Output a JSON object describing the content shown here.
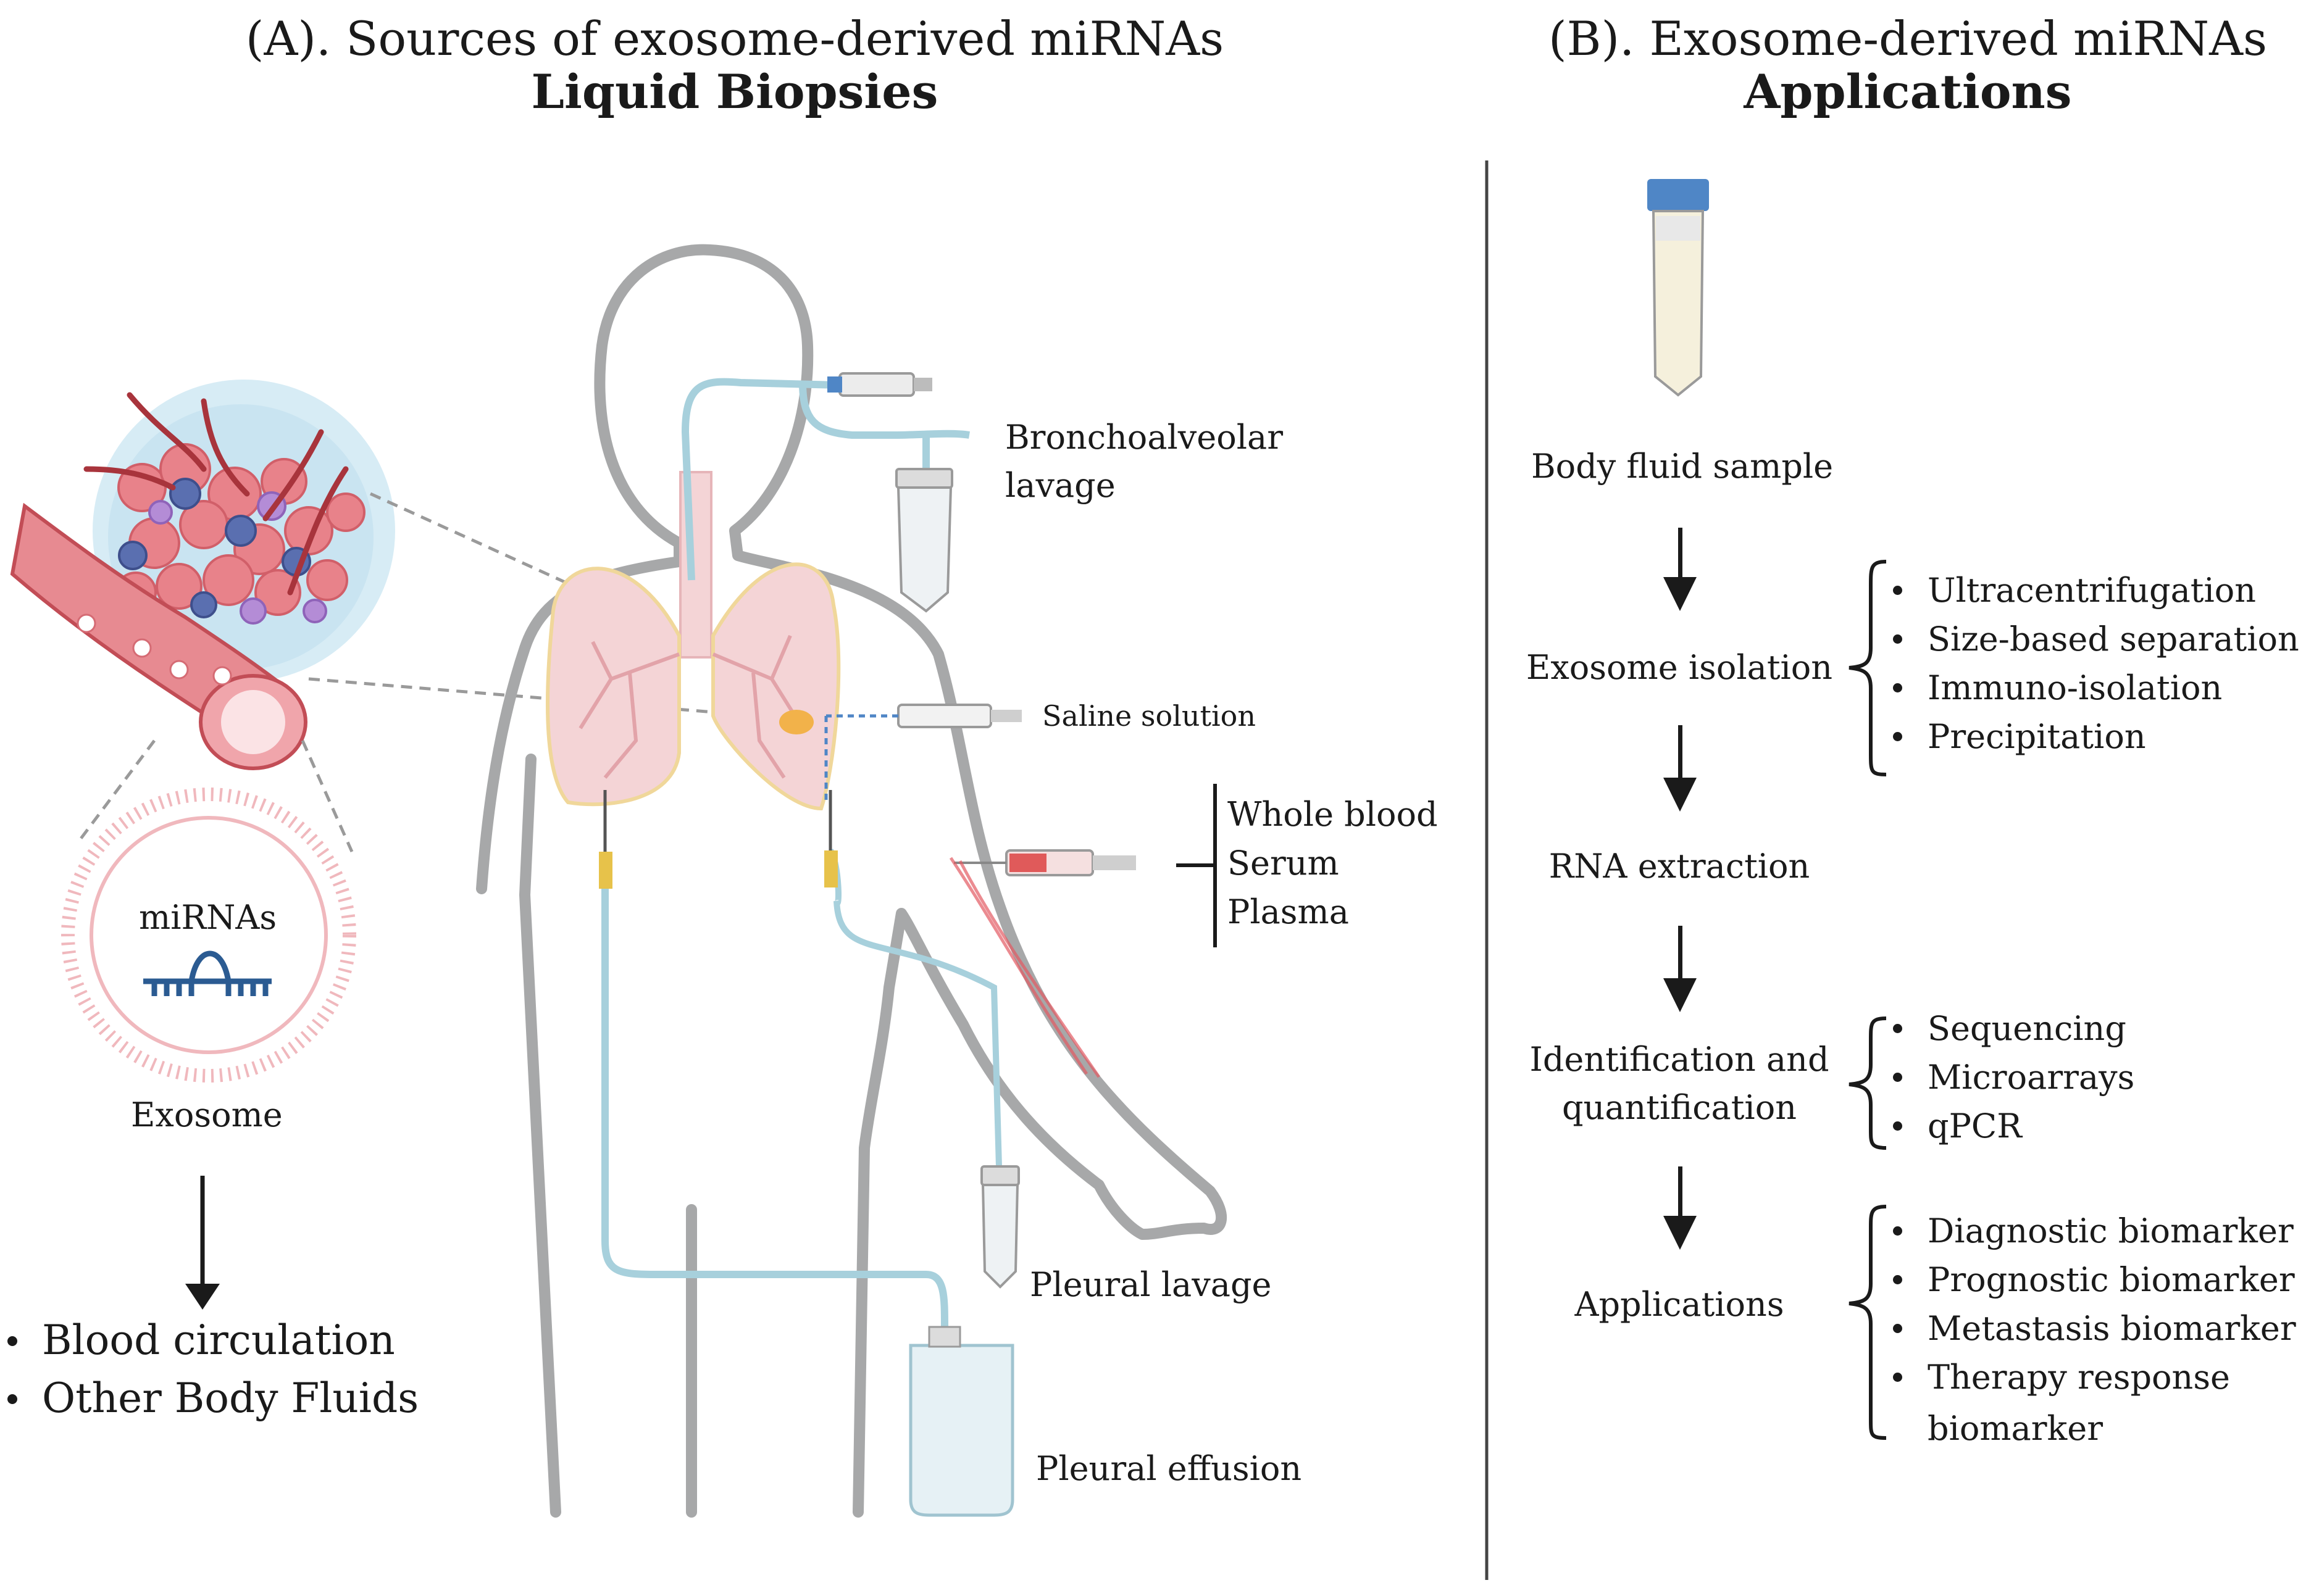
{
  "panel_a": {
    "title_line1": "(A). Sources of exosome-derived miRNAs",
    "title_line2": "Liquid Biopsies",
    "tumor": {
      "vesicle_label": "miRNAs",
      "exosome_label": "Exosome",
      "destinations": [
        "Blood circulation",
        "Other Body Fluids"
      ]
    },
    "body_labels": {
      "bronchoalveolar_line1": "Bronchoalveolar",
      "bronchoalveolar_line2": "lavage",
      "saline": "Saline solution",
      "blood_types": [
        "Whole blood",
        "Serum",
        "Plasma"
      ],
      "pleural_lavage": "Pleural lavage",
      "pleural_effusion": "Pleural effusion"
    }
  },
  "panel_b": {
    "title_line1": "(B). Exosome-derived miRNAs",
    "title_line2": "Applications",
    "steps": [
      {
        "label": "Body fluid sample"
      },
      {
        "label": "Exosome isolation",
        "items": [
          "Ultracentrifugation",
          "Size-based separation",
          "Immuno-isolation",
          "Precipitation"
        ]
      },
      {
        "label": "RNA extraction"
      },
      {
        "label_line1": "Identification and",
        "label_line2": "quantification",
        "items": [
          "Sequencing",
          "Microarrays",
          "qPCR"
        ]
      },
      {
        "label": "Applications",
        "items": [
          "Diagnostic biomarker",
          "Prognostic biomarker",
          "Metastasis biomarker",
          "Therapy response",
          "biomarker"
        ]
      }
    ]
  },
  "colors": {
    "outline": "#a7a8a9",
    "tumor_pink": "#e8828a",
    "vessel_red": "#c94a50",
    "tube_blue": "#7fb9c9",
    "cap_blue": "#4f86c6",
    "lung_pink": "#f4d4d6"
  }
}
